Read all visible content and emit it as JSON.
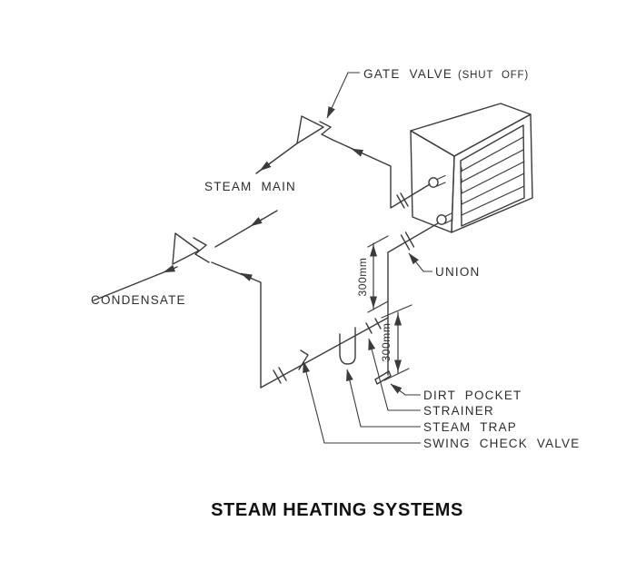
{
  "diagram": {
    "title": "STEAM HEATING SYSTEMS",
    "components": {
      "gate_valve": "GATE VALVE",
      "gate_valve_note": "(SHUT OFF)",
      "steam_main": "STEAM MAIN",
      "condensate": "CONDENSATE",
      "union": "UNION",
      "dirt_pocket": "DIRT POCKET",
      "strainer": "STRAINER",
      "steam_trap": "STEAM TRAP",
      "swing_check_valve": "SWING CHECK VALVE"
    },
    "dimensions": {
      "riser_drop": "300mm",
      "dirt_pocket_depth": "300mm"
    },
    "colors": {
      "line": "#3b3b3b",
      "label_text": "#2e2e2e",
      "title_text": "#111111",
      "background": "#ffffff"
    }
  }
}
